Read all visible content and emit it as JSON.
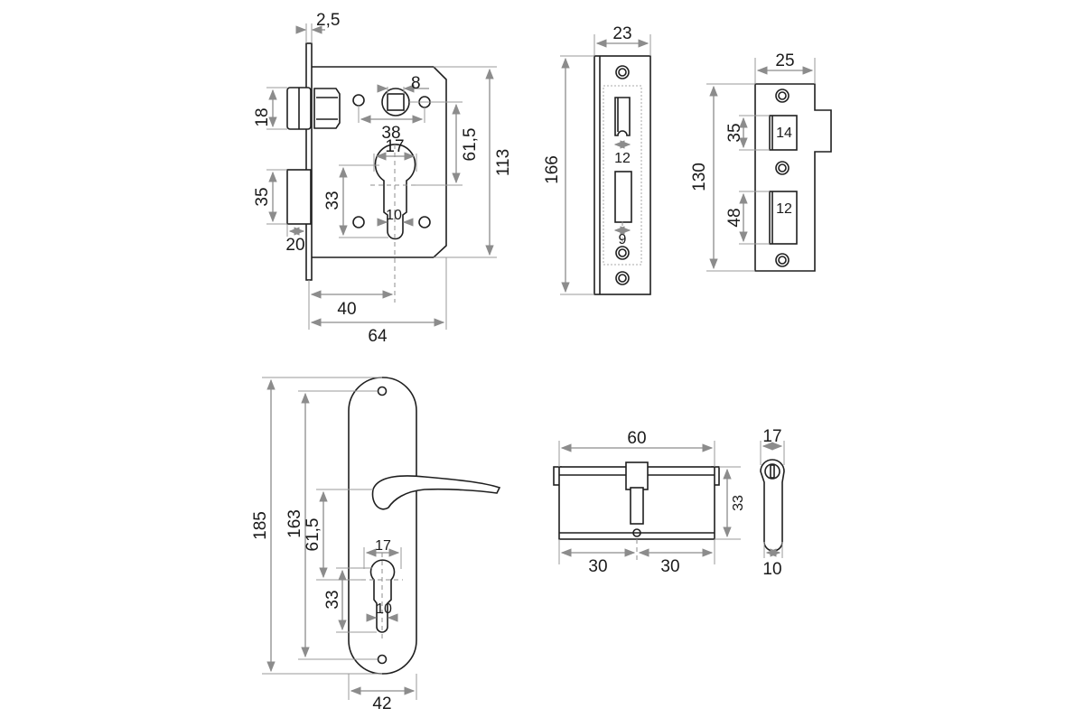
{
  "mortise_lock": {
    "faceplate_thickness": "2,5",
    "latch_height": "18",
    "spindle_square": "8",
    "spindle_to_screw": "38",
    "backset_center_distance": "61,5",
    "total_height": "113",
    "cylinder_width": "17",
    "cylinder_height": "33",
    "cylinder_bottom_width": "10",
    "deadbolt_height": "35",
    "deadbolt_throw": "20",
    "backset": "40",
    "case_depth": "64"
  },
  "faceplate": {
    "width": "23",
    "height": "166",
    "latch_slot_width": "12",
    "bolt_slot_width": "9"
  },
  "strike_plate": {
    "width": "25",
    "height": "130",
    "latch_window_height": "35",
    "latch_window_width": "14",
    "bolt_window_height": "48",
    "bolt_window_width": "12"
  },
  "handle_plate": {
    "total_height": "185",
    "screw_distance": "163",
    "handle_to_cylinder": "61,5",
    "cylinder_width": "17",
    "cylinder_height": "33",
    "cylinder_bottom_width": "10",
    "plate_width": "42"
  },
  "euro_cylinder": {
    "length": "60",
    "half_left": "30",
    "half_right": "30",
    "height": "33",
    "profile_width": "17",
    "profile_bottom": "10"
  }
}
